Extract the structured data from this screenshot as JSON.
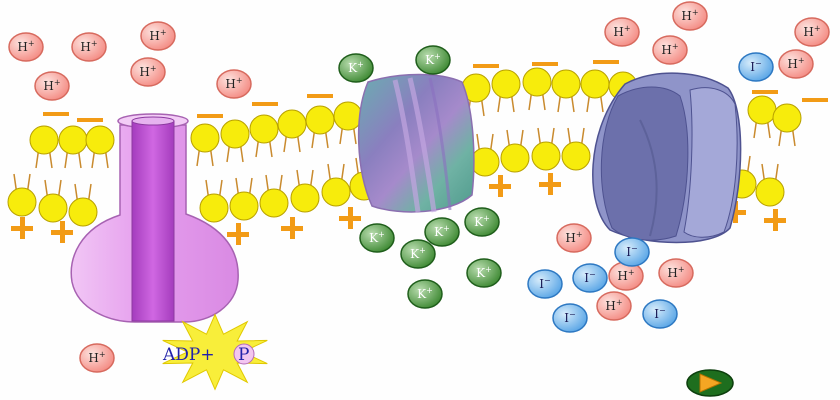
{
  "colors": {
    "proton_fill": "#f48c84",
    "proton_light": "#fde2de",
    "proton_stroke": "#d76a5e",
    "potassium_fill": "#3f8a34",
    "potassium_light": "#b8dcae",
    "potassium_stroke": "#1f5e1b",
    "iodide_fill": "#5aa6e6",
    "iodide_light": "#d7ecfb",
    "iodide_stroke": "#2d78c2",
    "phospholipid_head": "#f7ec0c",
    "phospholipid_stroke": "#b8a000",
    "lipid_tail": "#c98a2e",
    "charge": "#f29b16",
    "pump": "#e7a8ee",
    "pump_core": "#c04fd3",
    "channel": "#7ab3a8",
    "transporter": "#8a8fc4",
    "spark": "#f8ee3a",
    "adp_text": "#2222aa",
    "play_fill": "#1e6e1e",
    "play_arrow": "#f5a623"
  },
  "ions": {
    "proton": {
      "symbol": "H",
      "charge": "+"
    },
    "potassium": {
      "symbol": "K",
      "charge": "+"
    },
    "iodide": {
      "symbol": "I",
      "charge": "−"
    }
  },
  "atp_burst": {
    "adp_label": "ADP+",
    "phosphate_label": "P"
  },
  "controls": {
    "play_icon": "play-triangle-icon"
  }
}
